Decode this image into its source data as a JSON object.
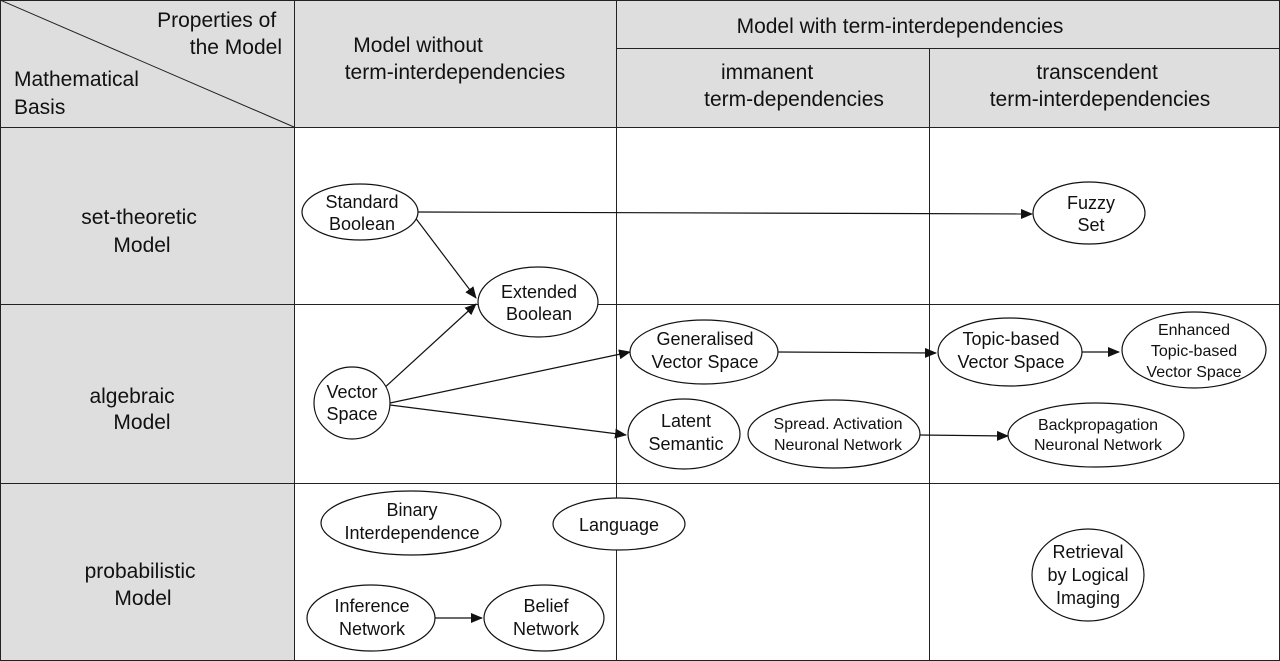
{
  "header": {
    "corner_top": [
      "Properties of",
      "the Model"
    ],
    "corner_bottom": [
      "Mathematical",
      "Basis"
    ],
    "col_without": [
      "Model without",
      "term-interdependencies"
    ],
    "col_with": "Model with term-interdependencies",
    "col_immanent": [
      "immanent",
      "term-dependencies"
    ],
    "col_transcendent": [
      "transcendent",
      "term-interdependencies"
    ]
  },
  "rows": {
    "set_theoretic": [
      "set-theoretic",
      "Model"
    ],
    "algebraic": [
      "algebraic",
      "Model"
    ],
    "probabilistic": [
      "probabilistic",
      "Model"
    ]
  },
  "nodes": {
    "standard_boolean": [
      "Standard",
      "Boolean"
    ],
    "fuzzy_set": [
      "Fuzzy",
      "Set"
    ],
    "extended_boolean": [
      "Extended",
      "Boolean"
    ],
    "generalised_vector_space": [
      "Generalised",
      "Vector Space"
    ],
    "topic_based_vector_space": [
      "Topic-based",
      "Vector Space"
    ],
    "enhanced_topic_based_vector_space": [
      "Enhanced",
      "Topic-based",
      "Vector Space"
    ],
    "vector_space": [
      "Vector",
      "Space"
    ],
    "latent_semantic": [
      "Latent",
      "Semantic"
    ],
    "spread_activation_neuronal_network": [
      "Spread. Activation",
      "Neuronal Network"
    ],
    "backpropagation_neuronal_network": [
      "Backpropagation",
      "Neuronal Network"
    ],
    "binary_interdependence": [
      "Binary",
      "Interdependence"
    ],
    "language": [
      "Language"
    ],
    "inference_network": [
      "Inference",
      "Network"
    ],
    "belief_network": [
      "Belief",
      "Network"
    ],
    "retrieval_by_logical_imaging": [
      "Retrieval",
      "by Logical",
      "Imaging"
    ]
  },
  "colors": {
    "header_bg": "#dedede",
    "row_header_bg": "#dedede",
    "cell_bg": "#ffffff",
    "line": "#222222"
  }
}
